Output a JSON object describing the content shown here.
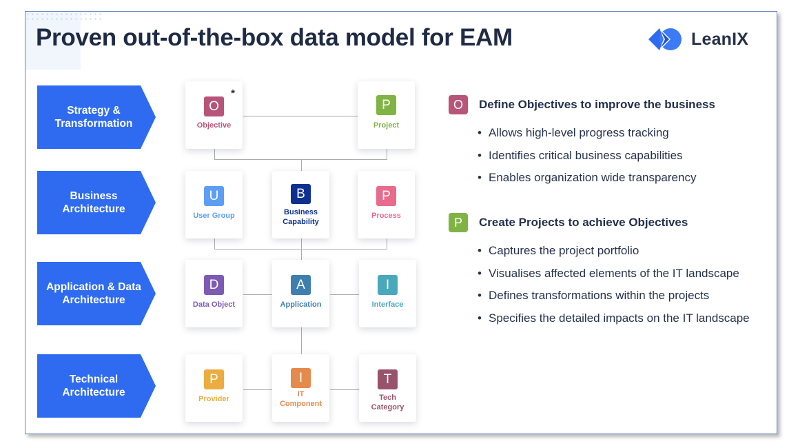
{
  "slide": {
    "title": "Proven out-of-the-box data model for EAM",
    "logo": {
      "icon": "leanix-logo-icon",
      "text": "LeanIX",
      "color": "#2e6bf0"
    }
  },
  "layers": [
    {
      "label_line1": "Strategy &",
      "label_line2": "Transformation"
    },
    {
      "label_line1": "Business",
      "label_line2": "Architecture"
    },
    {
      "label_line1": "Application & Data",
      "label_line2": "Architecture"
    },
    {
      "label_line1": "Technical",
      "label_line2": "Architecture"
    }
  ],
  "cards": {
    "objective": {
      "letter": "O",
      "label": "Objective",
      "color": "#b85478",
      "marker": "*"
    },
    "project": {
      "letter": "P",
      "label": "Project",
      "color": "#7fb444"
    },
    "user_group": {
      "letter": "U",
      "label": "User Group",
      "color": "#5d9ef4"
    },
    "business_capability": {
      "letter": "B",
      "label_line1": "Business",
      "label_line2": "Capability",
      "color": "#0e3191"
    },
    "process": {
      "letter": "P",
      "label": "Process",
      "color": "#e86b8d"
    },
    "data_object": {
      "letter": "D",
      "label": "Data Object",
      "color": "#7e5bb3"
    },
    "application": {
      "letter": "A",
      "label": "Application",
      "color": "#3f7fb0"
    },
    "interface": {
      "letter": "I",
      "label": "Interface",
      "color": "#4aa8bb"
    },
    "provider": {
      "letter": "P",
      "label": "Provider",
      "color": "#ecac3f"
    },
    "it_component": {
      "letter": "I",
      "label_line1": "IT",
      "label_line2": "Component",
      "color": "#e58a4d"
    },
    "tech_category": {
      "letter": "T",
      "label_line1": "Tech",
      "label_line2": "Category",
      "color": "#98536a"
    }
  },
  "sections": [
    {
      "letter": "O",
      "color": "#b85478",
      "title": "Define Objectives to improve the business",
      "bullets": [
        "Allows high-level progress tracking",
        "Identifies critical business capabilities",
        "Enables organization wide transparency"
      ]
    },
    {
      "letter": "P",
      "color": "#7fb444",
      "title": "Create Projects to achieve Objectives",
      "bullets": [
        "Captures the project portfolio",
        "Visualises affected elements of the IT landscape",
        "Defines transformations within the projects",
        "Specifies the detailed impacts on the IT landscape"
      ]
    }
  ]
}
